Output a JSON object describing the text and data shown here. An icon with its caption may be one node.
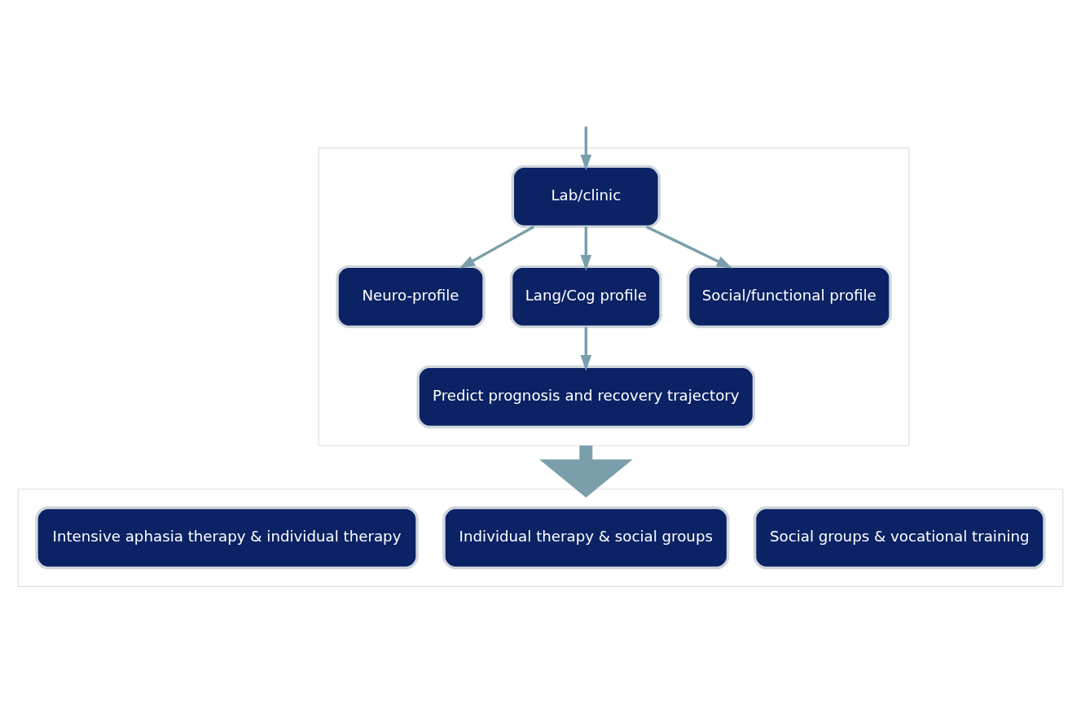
{
  "diagram": {
    "nodes": [
      {
        "text": [],
        "shape": "box"
      },
      {
        "text": [
          "Lab/clinic"
        ],
        "in": 0
      },
      {
        "text": [
          "Neuro-profile"
        ],
        "in": 0
      },
      {
        "text": [
          "Lang/Cog profile"
        ],
        "in": 0
      },
      {
        "text": [
          "Social/functional profile"
        ],
        "in": 0
      },
      {
        "text": [
          "Predict prognosis and recovery trajectory"
        ],
        "in": 0
      },
      {
        "text": [],
        "shape": "box"
      },
      {
        "text": [
          "Intensive aphasia therapy & individual therapy"
        ],
        "in": 6
      },
      {
        "text": [
          "Individual therapy & social groups"
        ],
        "in": 6
      },
      {
        "text": [
          "Social groups & vocational training"
        ],
        "in": 6
      }
    ],
    "edges": [
      {
        "from": null,
        "to": 1,
        "arrow": "to"
      },
      {
        "from": 1,
        "to": 2,
        "arrow": "to"
      },
      {
        "from": 1,
        "to": 3,
        "arrow": "to"
      },
      {
        "from": 1,
        "to": 4,
        "arrow": "to"
      },
      {
        "from": 3,
        "to": 5,
        "arrow": "to"
      },
      {
        "from": 0,
        "to": 6,
        "arrow": "to",
        "style": "thick"
      }
    ]
  }
}
